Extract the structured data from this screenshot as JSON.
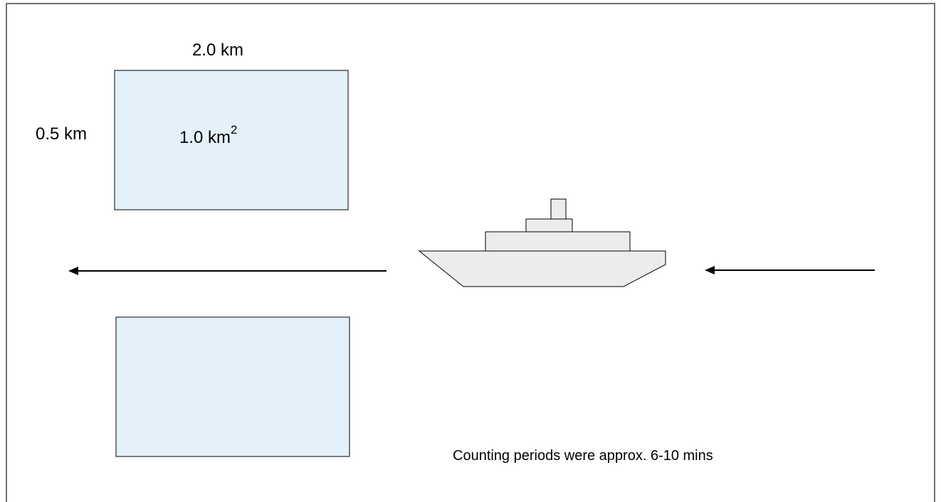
{
  "labels": {
    "width": "2.0 km",
    "height": "0.5 km",
    "area_value": "1.0 km",
    "area_exponent": "2",
    "note": "Counting periods were approx. 6-10 mins"
  },
  "colors": {
    "box_fill": "#e4f1fa",
    "ship_fill": "#ececec",
    "stroke": "#000000",
    "frame": "#444444"
  }
}
